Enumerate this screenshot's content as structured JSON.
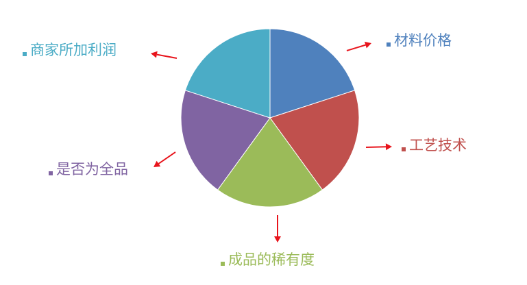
{
  "chart_data": {
    "type": "pie",
    "slices": [
      {
        "label": "材料价格",
        "value": 20,
        "color": "#4f81bd"
      },
      {
        "label": "工艺技术",
        "value": 20,
        "color": "#c0504d"
      },
      {
        "label": "成品的稀有度",
        "value": 20,
        "color": "#9bbb59"
      },
      {
        "label": "是否为全品",
        "value": 20,
        "color": "#8064a2"
      },
      {
        "label": "商家所加利润",
        "value": 20,
        "color": "#4bacc6"
      }
    ],
    "legend": "per-slice-labels-with-arrows",
    "arrow_color": "#e8141c"
  }
}
